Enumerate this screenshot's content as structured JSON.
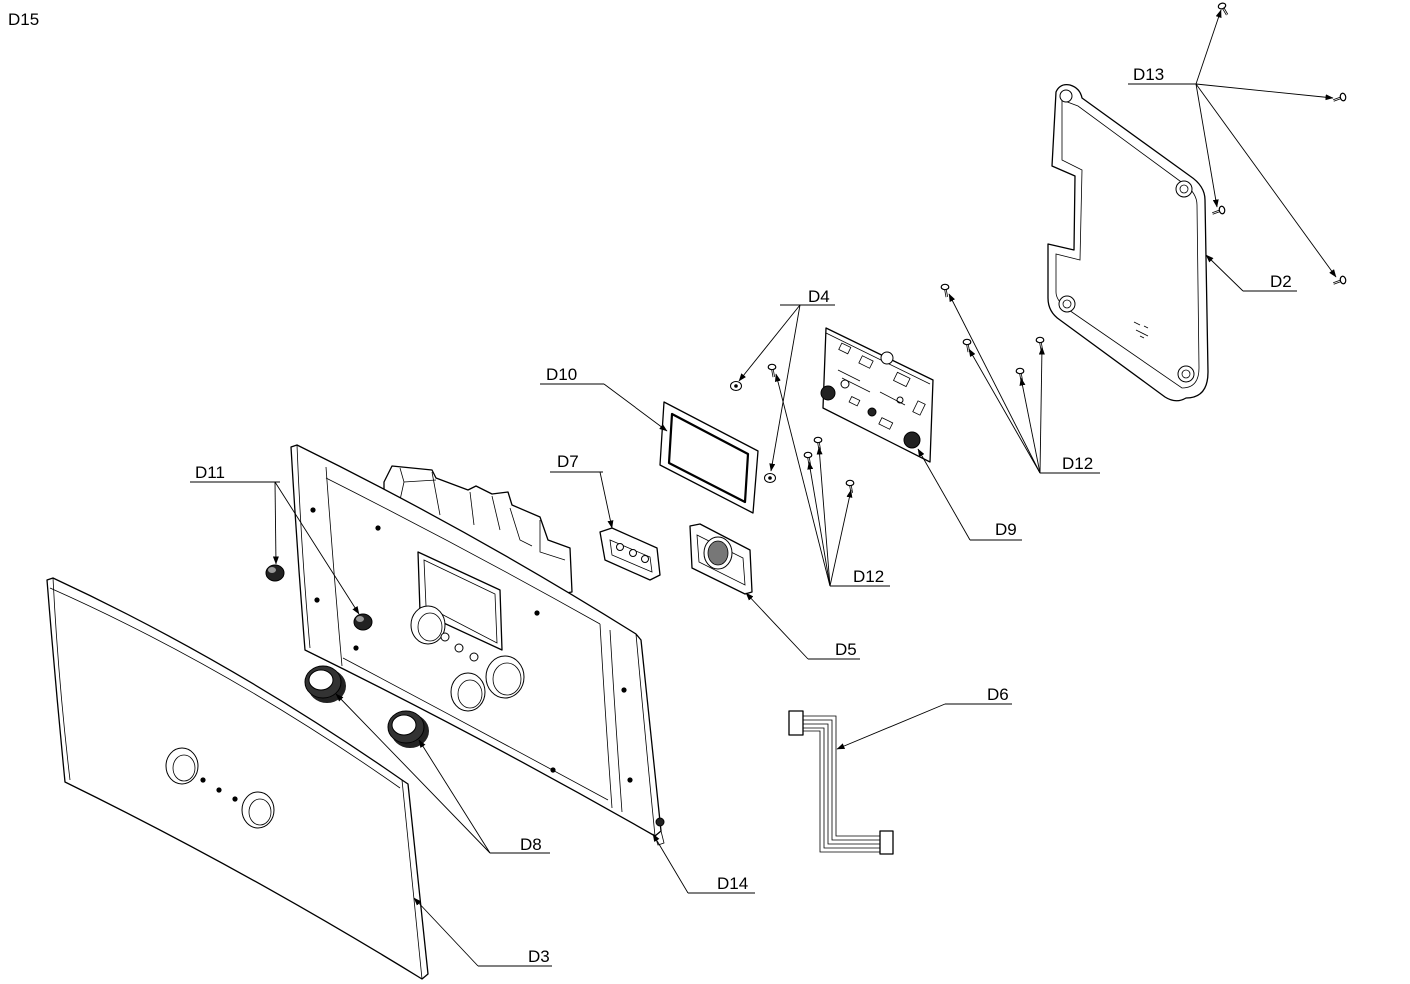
{
  "figure_label": "D15",
  "callouts": {
    "d13": "D13",
    "d2": "D2",
    "d4": "D4",
    "d10": "D10",
    "d7": "D7",
    "d11": "D11",
    "d12_a": "D12",
    "d12_b": "D12",
    "d9": "D9",
    "d5": "D5",
    "d6": "D6",
    "d8": "D8",
    "d14": "D14",
    "d3": "D3"
  }
}
